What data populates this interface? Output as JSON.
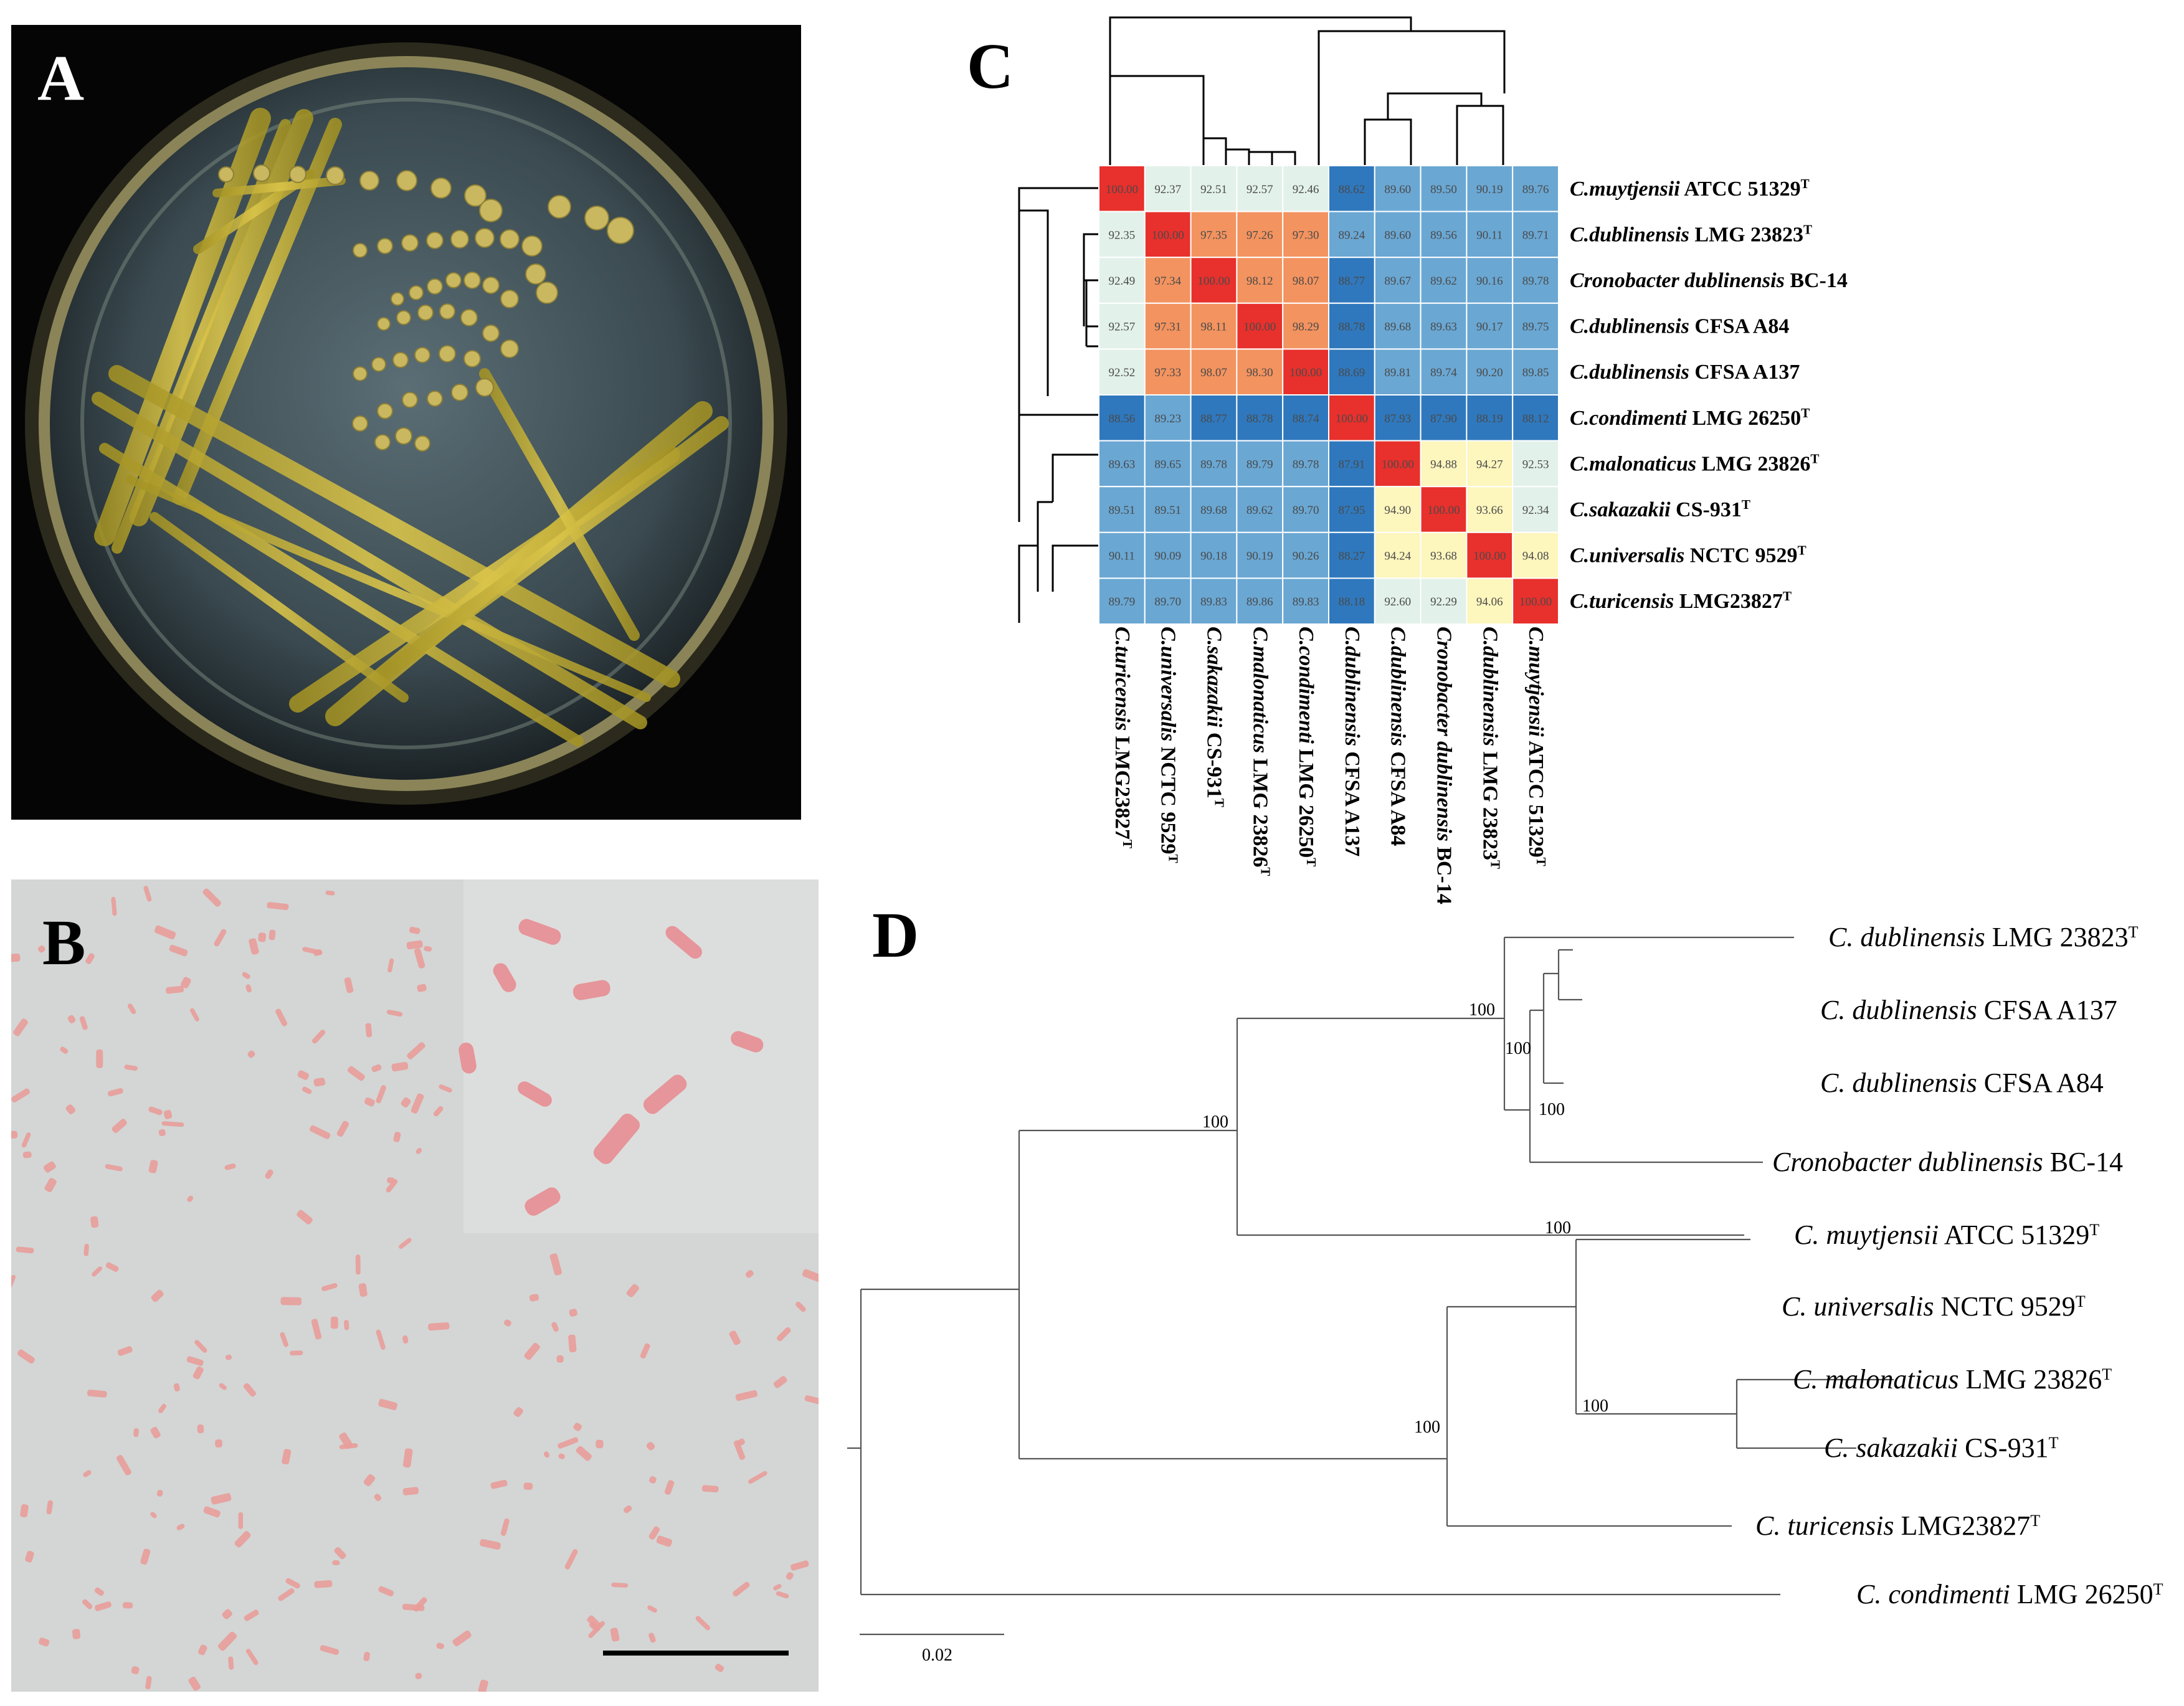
{
  "panels": {
    "a": "A",
    "b": "B",
    "c": "C",
    "d": "D"
  },
  "heatmap": {
    "row_labels": [
      {
        "it": "C.muytjensii",
        "rest": " ATCC 51329",
        "sup": "T"
      },
      {
        "it": "C.dublinensis",
        "rest": " LMG 23823",
        "sup": "T"
      },
      {
        "it": "Cronobacter dublinensis",
        "rest": " BC-14",
        "sup": ""
      },
      {
        "it": "C.dublinensis",
        "rest": " CFSA A84",
        "sup": ""
      },
      {
        "it": "C.dublinensis",
        "rest": " CFSA A137",
        "sup": ""
      },
      {
        "it": "C.condimenti",
        "rest": " LMG 26250",
        "sup": "T"
      },
      {
        "it": "C.malonaticus",
        "rest": " LMG 23826",
        "sup": "T"
      },
      {
        "it": "C.sakazakii",
        "rest": " CS-931",
        "sup": "T"
      },
      {
        "it": "C.universalis",
        "rest": " NCTC 9529",
        "sup": "T"
      },
      {
        "it": "C.turicensis",
        "rest": " LMG23827",
        "sup": "T"
      }
    ],
    "col_labels": [
      {
        "it": "C.turicensis",
        "rest": " LMG23827",
        "sup": "T"
      },
      {
        "it": "C.universalis",
        "rest": " NCTC 9529",
        "sup": "T"
      },
      {
        "it": "C.sakazakii",
        "rest": " CS-931",
        "sup": "T"
      },
      {
        "it": "C.malonaticus",
        "rest": " LMG 23826",
        "sup": "T"
      },
      {
        "it": "C.condimenti",
        "rest": " LMG 26250",
        "sup": "T"
      },
      {
        "it": "C.dublinensis",
        "rest": " CFSA A137",
        "sup": ""
      },
      {
        "it": "C.dublinensis",
        "rest": " CFSA A84",
        "sup": ""
      },
      {
        "it": "Cronobacter dublinensis",
        "rest": " BC-14",
        "sup": ""
      },
      {
        "it": "C.dublinensis",
        "rest": " LMG 23823",
        "sup": "T"
      },
      {
        "it": "C.muytjensii",
        "rest": " ATCC 51329",
        "sup": "T"
      }
    ],
    "values": [
      [
        "100.00",
        "92.37",
        "92.51",
        "92.57",
        "92.46",
        "88.62",
        "89.60",
        "89.50",
        "90.19",
        "89.76"
      ],
      [
        "92.35",
        "100.00",
        "97.35",
        "97.26",
        "97.30",
        "89.24",
        "89.60",
        "89.56",
        "90.11",
        "89.71"
      ],
      [
        "92.49",
        "97.34",
        "100.00",
        "98.12",
        "98.07",
        "88.77",
        "89.67",
        "89.62",
        "90.16",
        "89.78"
      ],
      [
        "92.57",
        "97.31",
        "98.11",
        "100.00",
        "98.29",
        "88.78",
        "89.68",
        "89.63",
        "90.17",
        "89.75"
      ],
      [
        "92.52",
        "97.33",
        "98.07",
        "98.30",
        "100.00",
        "88.69",
        "89.81",
        "89.74",
        "90.20",
        "89.85"
      ],
      [
        "88.56",
        "89.23",
        "88.77",
        "88.78",
        "88.74",
        "100.00",
        "87.93",
        "87.90",
        "88.19",
        "88.12"
      ],
      [
        "89.63",
        "89.65",
        "89.78",
        "89.79",
        "89.78",
        "87.91",
        "100.00",
        "94.88",
        "94.27",
        "92.53"
      ],
      [
        "89.51",
        "89.51",
        "89.68",
        "89.62",
        "89.70",
        "87.95",
        "94.90",
        "100.00",
        "93.66",
        "92.34"
      ],
      [
        "90.11",
        "90.09",
        "90.18",
        "90.19",
        "90.26",
        "88.27",
        "94.24",
        "93.68",
        "100.00",
        "94.08"
      ],
      [
        "89.79",
        "89.70",
        "89.83",
        "89.86",
        "89.83",
        "88.18",
        "92.60",
        "92.29",
        "94.06",
        "100.00"
      ]
    ]
  },
  "tree": {
    "leaves": [
      {
        "it": "C. dublinensis",
        "rest": " LMG 23823",
        "sup": "T"
      },
      {
        "it": "C. dublinensis",
        "rest": " CFSA A137",
        "sup": ""
      },
      {
        "it": "C. dublinensis",
        "rest": " CFSA A84",
        "sup": ""
      },
      {
        "it": "Cronobacter dublinensis",
        "rest": " BC-14",
        "sup": ""
      },
      {
        "it": "C. muytjensii",
        "rest": " ATCC 51329",
        "sup": "T"
      },
      {
        "it": "C. universalis",
        "rest": " NCTC 9529",
        "sup": "T"
      },
      {
        "it": "C. malonaticus",
        "rest": " LMG 23826",
        "sup": "T"
      },
      {
        "it": "C. sakazakii",
        "rest": " CS-931",
        "sup": "T"
      },
      {
        "it": "C. turicensis",
        "rest": " LMG23827",
        "sup": "T"
      },
      {
        "it": "C. condimenti",
        "rest": " LMG 26250",
        "sup": "T"
      }
    ],
    "bootstrap": [
      "100",
      "100",
      "100",
      "100",
      "100",
      "100",
      "100"
    ],
    "scale_label": "0.02"
  },
  "colors": {
    "red": "#e8302c",
    "orange": "#f3935f",
    "lightyellow": "#fdf6bd",
    "paleblue": "#e2f1ea",
    "blue": "#6aa7d3",
    "darkblue": "#2f78bd"
  }
}
